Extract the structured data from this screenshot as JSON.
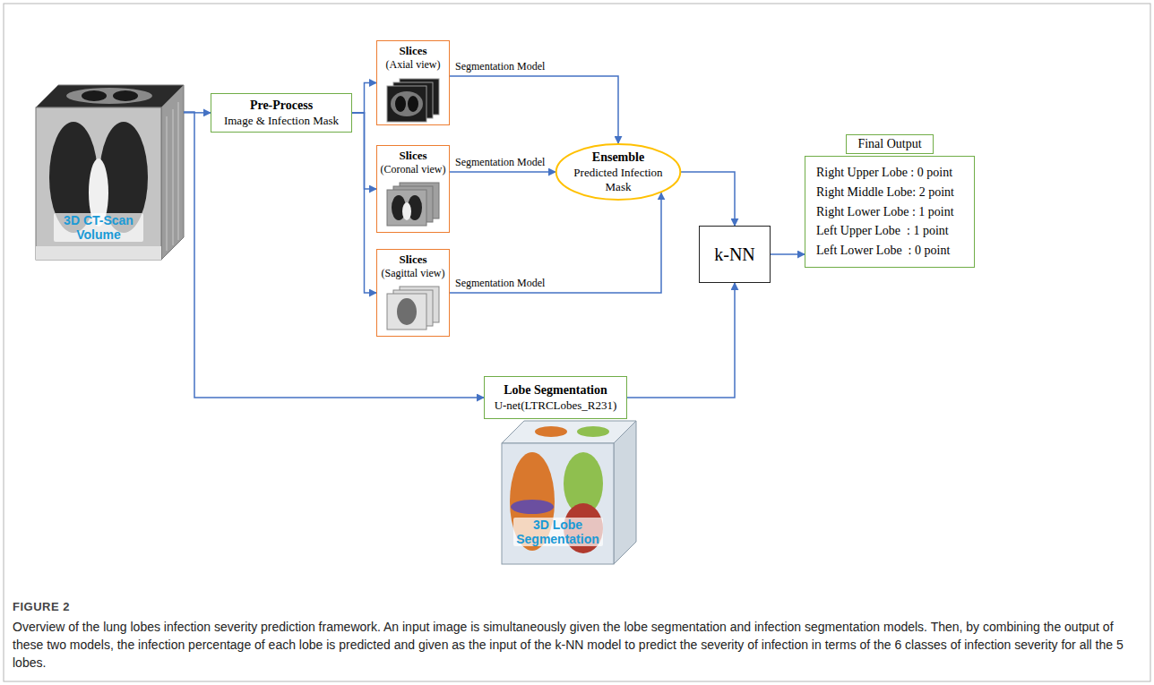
{
  "diagram": {
    "caption": "Overview of the lung lobes infection severity prediction framework. An input image is simultaneously given the lobe segmentation and infection segmentation models. Then, by combining the output of these two models, the infection percentage of each lobe is predicted and given as the input of the k-NN model to predict the severity of infection in terms of the 6 classes of infection severity for all the 5 lobes.",
    "nodes": [
      {
        "text": [
          "3D CT-Scan Volume"
        ]
      },
      {
        "text": [
          "Pre-Process",
          "Image & Infection Mask"
        ]
      },
      {
        "text": [
          "Slices",
          "(Axial view)"
        ]
      },
      {
        "text": [
          "Slices",
          "(Coronal view)"
        ]
      },
      {
        "text": [
          "Slices",
          "(Sagittal view)"
        ]
      },
      {
        "text": [
          "Ensemble",
          "Predicted Infection Mask"
        ]
      },
      {
        "text": [
          "k-NN"
        ]
      },
      {
        "text": [
          "Final Output",
          "Right Upper Lobe : 0 point",
          "Right Middle Lobe: 2 point",
          "Right Lower Lobe : 1 point",
          "Left Upper Lobe  : 1 point",
          "Left Lower Lobe  : 0 point"
        ]
      },
      {
        "text": [
          "Lobe Segmentation",
          "U-net(LTRCLobes_R231)"
        ]
      },
      {
        "text": [
          "3D Lobe Segmentation"
        ]
      }
    ],
    "edges": [
      {
        "from": 0,
        "to": 1,
        "arrow": "to"
      },
      {
        "from": 0,
        "to": 8,
        "arrow": "to"
      },
      {
        "from": 1,
        "to": 2,
        "arrow": "to"
      },
      {
        "from": 1,
        "to": 3,
        "arrow": "to"
      },
      {
        "from": 1,
        "to": 4,
        "arrow": "to"
      },
      {
        "from": 2,
        "to": 5,
        "label": "Segmentation Model",
        "arrow": "to"
      },
      {
        "from": 3,
        "to": 5,
        "label": "Segmentation Model",
        "arrow": "to"
      },
      {
        "from": 4,
        "to": 5,
        "label": "Segmentation Model",
        "arrow": "to"
      },
      {
        "from": 5,
        "to": 6,
        "arrow": "to"
      },
      {
        "from": 8,
        "to": 6,
        "arrow": "to"
      },
      {
        "from": 6,
        "to": 7,
        "arrow": "to"
      }
    ],
    "labels": [
      "FIGURE 2"
    ]
  }
}
